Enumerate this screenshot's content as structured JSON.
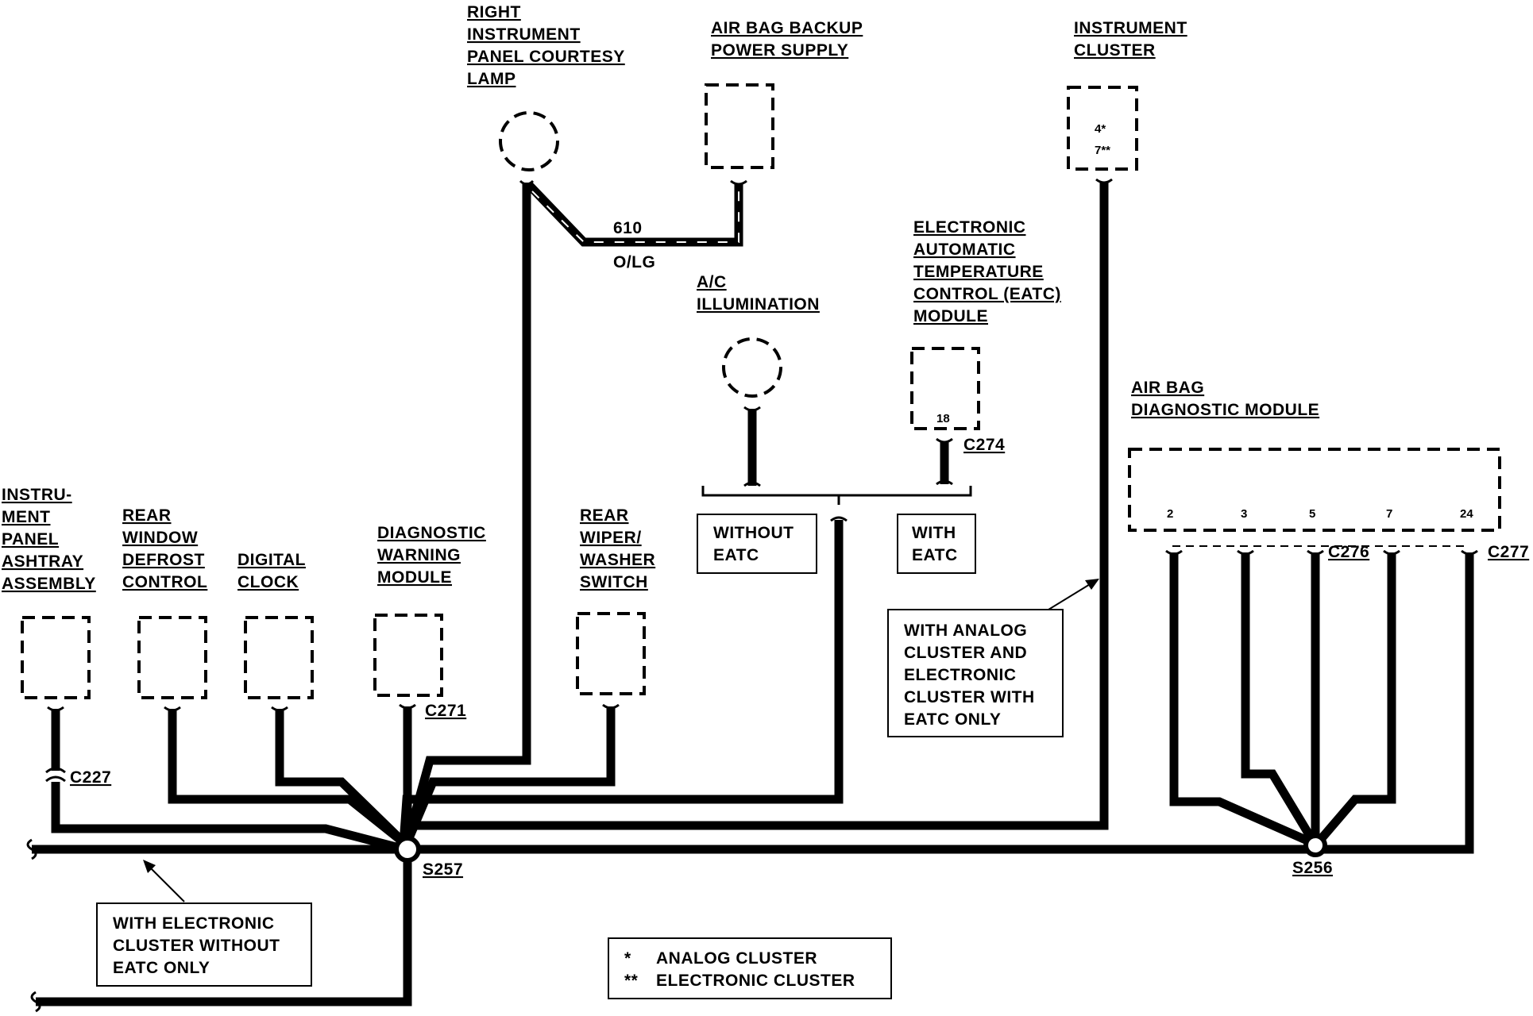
{
  "components": {
    "courtesy_lamp": [
      "RIGHT",
      "INSTRUMENT",
      "PANEL COURTESY",
      "LAMP"
    ],
    "airbag_backup": [
      "AIR BAG BACKUP",
      "POWER SUPPLY"
    ],
    "instrument_cluster": [
      "INSTRUMENT",
      "CLUSTER"
    ],
    "eatc_module": [
      "ELECTRONIC",
      "AUTOMATIC",
      "TEMPERATURE",
      "CONTROL (EATC)",
      "MODULE"
    ],
    "ac_illumination": [
      "A/C",
      "ILLUMINATION"
    ],
    "airbag_diag": [
      "AIR BAG",
      "DIAGNOSTIC MODULE"
    ],
    "ashtray": [
      "INSTRU-",
      "MENT",
      "PANEL",
      "ASHTRAY",
      "ASSEMBLY"
    ],
    "rear_defrost": [
      "REAR",
      "WINDOW",
      "DEFROST",
      "CONTROL"
    ],
    "digital_clock": [
      "DIGITAL",
      "CLOCK"
    ],
    "diag_warning": [
      "DIAGNOSTIC",
      "WARNING",
      "MODULE"
    ],
    "rear_wiper": [
      "REAR",
      "WIPER/",
      "WASHER",
      "SWITCH"
    ]
  },
  "wire": {
    "circuit": "610",
    "color": "O/LG"
  },
  "connectors": {
    "c274": "C274",
    "c271": "C271",
    "c227": "C227",
    "c276": "C276",
    "c277": "C277"
  },
  "pins": {
    "cluster_analog": "4*",
    "cluster_electronic": "7**",
    "eatc": "18",
    "airbag": [
      "2",
      "3",
      "5",
      "7",
      "24"
    ]
  },
  "splices": {
    "s257": "S257",
    "s256": "S256"
  },
  "notes": {
    "without_eatc": [
      "WITHOUT",
      "EATC"
    ],
    "with_eatc": [
      "WITH",
      "EATC"
    ],
    "analog_cluster_note": [
      "WITH ANALOG",
      "CLUSTER AND",
      "ELECTRONIC",
      "CLUSTER WITH",
      "EATC ONLY"
    ],
    "electronic_cluster_note": [
      "WITH ELECTRONIC",
      "CLUSTER WITHOUT",
      "EATC ONLY"
    ]
  },
  "legend": [
    {
      "symbol": "*",
      "text": "ANALOG CLUSTER"
    },
    {
      "symbol": "**",
      "text": "ELECTRONIC CLUSTER"
    }
  ]
}
